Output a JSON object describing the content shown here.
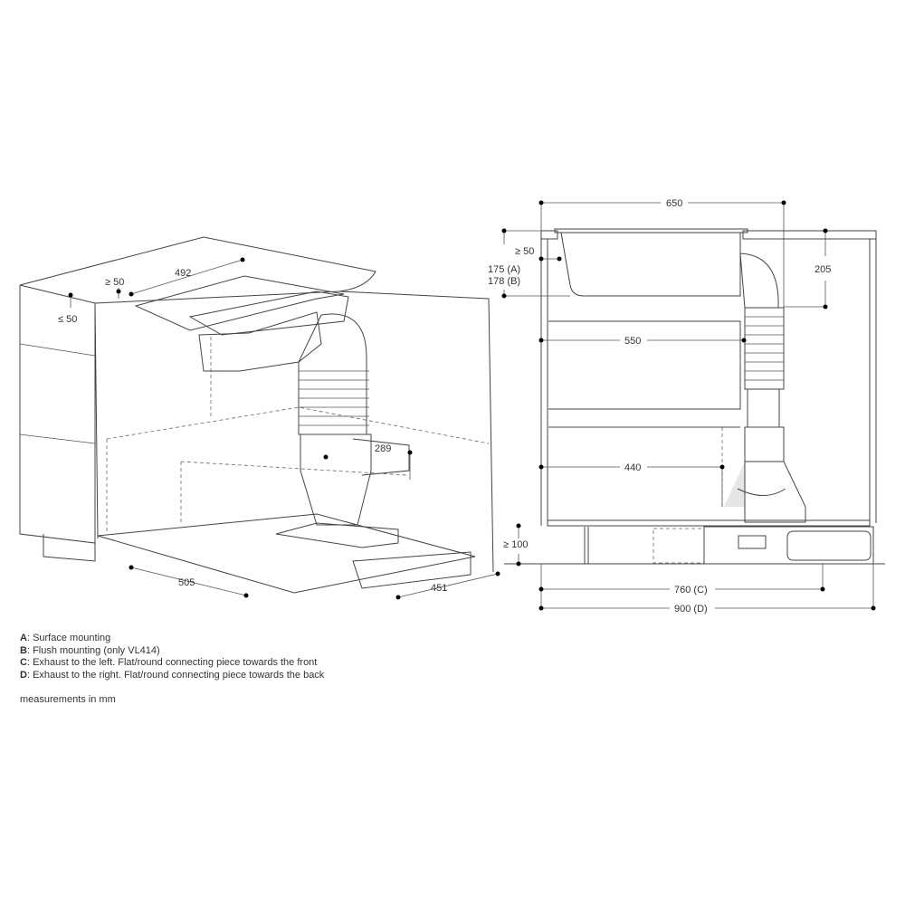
{
  "left_view": {
    "dims": {
      "width_492": "492",
      "min_50": "≥ 50",
      "max_50": "≤ 50",
      "height_289": "289",
      "depth_505": "505",
      "depth_451": "451"
    }
  },
  "right_view": {
    "dims": {
      "width_650": "650",
      "min_50": "≥ 50",
      "a_175": "175 (A)",
      "b_178": "178 (B)",
      "h_205": "205",
      "d_550": "550",
      "d_440": "440",
      "min_100": "≥ 100",
      "c_760": "760 (C)",
      "d_900": "900 (D)"
    }
  },
  "legend": [
    {
      "key": "A",
      "text": ": Surface mounting"
    },
    {
      "key": "B",
      "text": ": Flush mounting (only VL414)"
    },
    {
      "key": "C",
      "text": ": Exhaust to the left. Flat/round connecting piece towards the front"
    },
    {
      "key": "D",
      "text": ": Exhaust to the right. Flat/round connecting piece towards the back"
    }
  ],
  "units_note": "measurements in mm",
  "colors": {
    "line": "#444444",
    "unit_gray": "#a8a8a8",
    "shade": "#d8d8d8"
  }
}
